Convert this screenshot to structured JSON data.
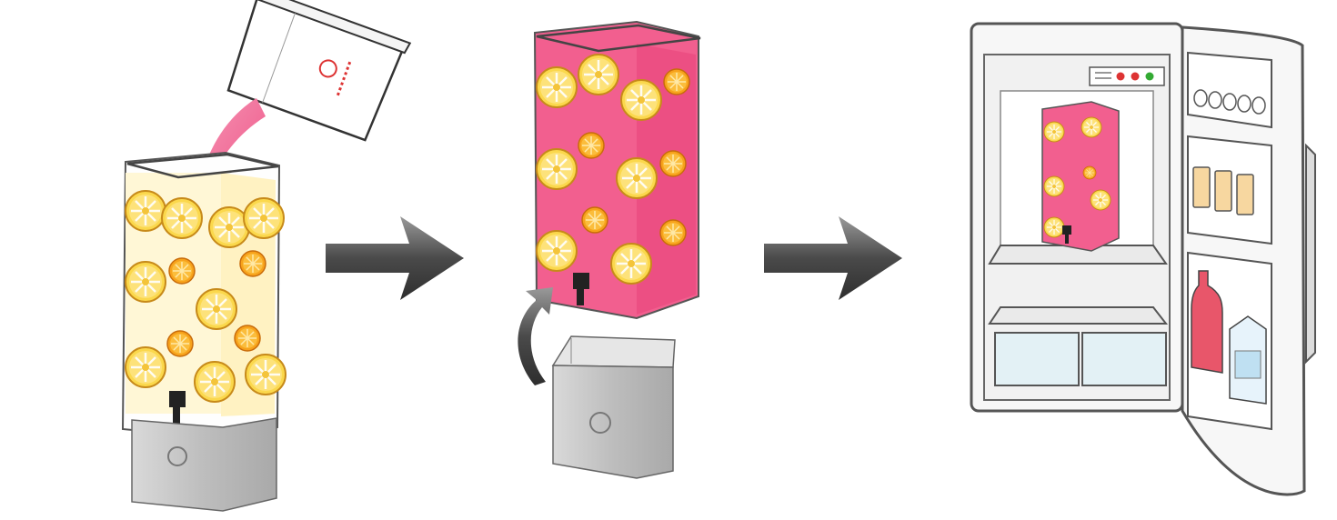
{
  "steps": [
    {
      "name": "pour-mix",
      "icon": "pour-into-dispenser-icon"
    },
    {
      "name": "lift-off-base",
      "icon": "dispenser-on-base-icon"
    },
    {
      "name": "refrigerate",
      "icon": "refrigerator-icon"
    }
  ],
  "connectors": [
    {
      "name": "step-arrow-1",
      "icon": "right-arrow-icon"
    },
    {
      "name": "step-arrow-2",
      "icon": "right-arrow-icon"
    }
  ],
  "colors": {
    "pink_liquid": "#f25f8f",
    "pineapple": "#fbd84c",
    "orange": "#f7a21b",
    "steel": "#c9c9c9",
    "arrow": "#5a5a5a",
    "fridge_outline": "#555555",
    "fridge_interior": "#f1f1f1",
    "bottle_red": "#e8566a",
    "can": "#f7d7a0"
  }
}
